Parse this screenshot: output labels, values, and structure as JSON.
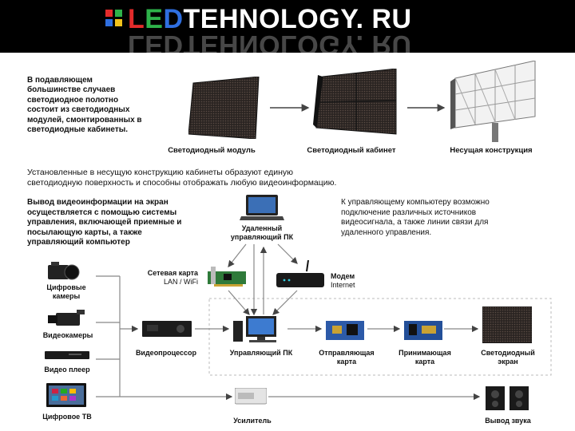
{
  "header": {
    "logo_l": "L",
    "logo_e": "E",
    "logo_d": "D",
    "logo_rest": "TEHNOLOGY. RU",
    "grid_colors": [
      "#e32b2b",
      "#2eb24a",
      "#2f6fe0",
      "#f2c21b"
    ]
  },
  "intro": {
    "text": "В подавляющем большинстве случаев светодиодное полотно состоит из светодиодных модулей, смонтированных в светодиодные кабинеты.",
    "captions": [
      "Светодиодный модуль",
      "Светодиодный кабинет",
      "Несущая конструкция"
    ]
  },
  "middle_text": "Установленные в несущую конструкцию кабинеты образуют единую светодиодную поверхность и способны отображать любую видеоинформацию.",
  "output_text": "Вывод видеоинформации на экран осуществляется с помощью системы управления, включающей приемные и посылающую карты, а также управляющий компьютер",
  "remote_text": "К управляющему компьютеру возможно подключение различных источников видеосигнала, а также линии связи для удаленного управления.",
  "diagram": {
    "remote_pc": "Удаленный управляющий ПК",
    "network_card": "Сетевая карта",
    "network_card_sub": "LAN / WiFi",
    "modem": "Модем",
    "modem_sub": "Internet",
    "sources": [
      "Цифровые камеры",
      "Видеокамеры",
      "Видео плеер",
      "Цифровое ТВ"
    ],
    "video_processor": "Видеопроцессор",
    "control_pc": "Управляющий ПК",
    "sending_card": "Отправляющая карта",
    "receiving_card": "Принимающая карта",
    "led_screen": "Светодиодный экран",
    "amplifier": "Усилитель",
    "sound_output": "Вывод звука"
  }
}
